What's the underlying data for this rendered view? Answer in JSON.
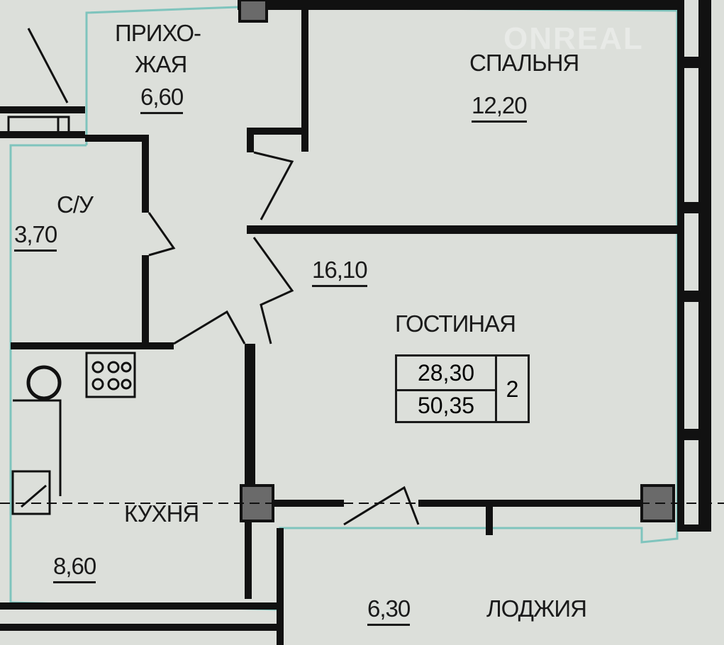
{
  "watermark": "ONREAL",
  "rooms": {
    "hallway": {
      "name_line1": "ПРИХО-",
      "name_line2": "ЖАЯ",
      "area": "6,60"
    },
    "bedroom": {
      "name": "СПАЛЬНЯ",
      "area": "12,20"
    },
    "bathroom": {
      "name": "С/У",
      "area": "3,70"
    },
    "corridor": {
      "area": "16,10"
    },
    "living": {
      "name": "ГОСТИНАЯ"
    },
    "kitchen": {
      "name": "КУХНЯ",
      "area": "8,60"
    },
    "loggia": {
      "name": "ЛОДЖИЯ",
      "area": "6,30"
    }
  },
  "summary": {
    "living_area": "28,30",
    "total_area": "50,35",
    "room_count": "2"
  },
  "colors": {
    "wall": "#111111",
    "outline": "#7fc4bd",
    "background": "#dcdfda"
  }
}
